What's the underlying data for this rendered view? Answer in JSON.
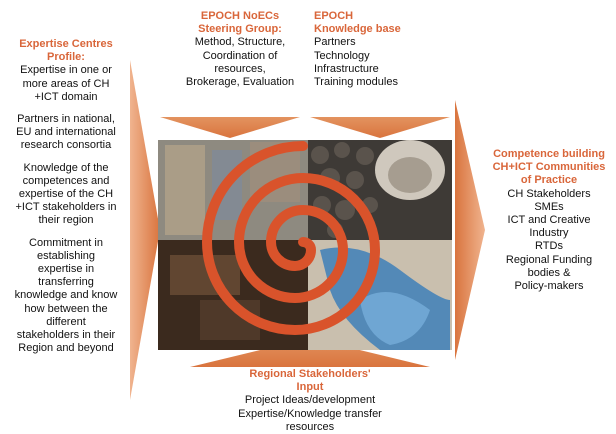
{
  "left_column": {
    "heading_line1": "Expertise Centres",
    "heading_line2": "Profile:",
    "blocks": [
      [
        "Expertise in one or",
        "more areas of CH",
        "+ICT domain"
      ],
      [
        "Partners in national,",
        "EU and international",
        "research consortia"
      ],
      [
        "Knowledge of the",
        "competences and",
        "expertise of the CH",
        "+ICT stakeholders in",
        "their region"
      ],
      [
        "Commitment in",
        "establishing",
        "expertise in",
        "transferring",
        "knowledge and know",
        "how between the",
        "different",
        "stakeholders in their",
        "Region and beyond"
      ]
    ]
  },
  "top_steering": {
    "heading_line1": "EPOCH NoECs",
    "heading_line2": "Steering Group:",
    "items": [
      "Method, Structure,",
      "Coordination of",
      "resources,",
      "Brokerage, Evaluation"
    ]
  },
  "top_knowledge": {
    "heading_line1": "EPOCH",
    "heading_line2": "Knowledge base",
    "items": [
      "Partners",
      "Technology",
      "Infrastructure",
      "Training modules"
    ]
  },
  "right_column": {
    "heading_lines": [
      "Competence building",
      "CH+ICT Communities",
      "of Practice"
    ],
    "items": [
      "CH Stakeholders",
      "SMEs",
      "ICT and Creative",
      "Industry",
      "RTDs",
      "Regional Funding",
      "bodies &",
      "Policy-makers"
    ]
  },
  "bottom": {
    "heading_line1": "Regional Stakeholders'",
    "heading_line2": "Input",
    "items": [
      "Project Ideas/development",
      "Expertise/Knowledge transfer",
      "resources"
    ]
  },
  "colors": {
    "accent": "#d9663a",
    "arrow": "#d98a5e",
    "spiral": "#d9532b"
  }
}
